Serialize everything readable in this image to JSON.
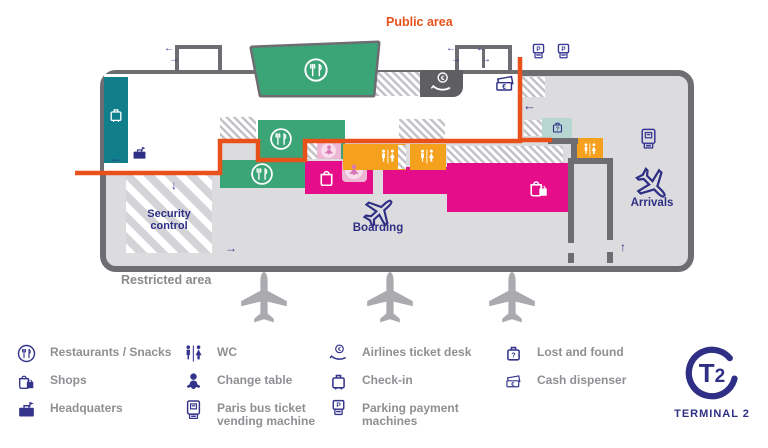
{
  "labels": {
    "public_area": "Public area",
    "restricted_area": "Restricted area",
    "security_control": "Security control",
    "boarding": "Boarding",
    "arrivals": "Arrivals"
  },
  "logo": {
    "badge_t": "T",
    "badge_2": "2",
    "caption": "TERMINAL 2"
  },
  "colors": {
    "boundary_line": "#E8521A",
    "restaurant_green": "#3BA577",
    "checkin_teal": "#117E8C",
    "shops_magenta": "#E60D8A",
    "wc_orange": "#F5A11E",
    "icon_navy": "#32338C",
    "wall_gray": "#6D6D72"
  },
  "legend": {
    "columns": [
      {
        "items": [
          {
            "icon": "restaurant",
            "label": "Restaurants / Snacks"
          },
          {
            "icon": "shops",
            "label": "Shops"
          },
          {
            "icon": "headquarters",
            "label": "Headquaters"
          }
        ]
      },
      {
        "items": [
          {
            "icon": "wc",
            "label": "WC"
          },
          {
            "icon": "change-table",
            "label": "Change table"
          },
          {
            "icon": "bus-ticket-machine",
            "label": "Paris bus ticket vending machine"
          }
        ]
      },
      {
        "items": [
          {
            "icon": "airlines-ticket-desk",
            "label": "Airlines ticket desk"
          },
          {
            "icon": "check-in",
            "label": "Check-in"
          },
          {
            "icon": "parking-payment",
            "label": "Parking payment machines"
          }
        ]
      },
      {
        "items": [
          {
            "icon": "lost-and-found",
            "label": "Lost and found"
          },
          {
            "icon": "cash-dispenser",
            "label": "Cash dispenser"
          }
        ]
      }
    ]
  }
}
